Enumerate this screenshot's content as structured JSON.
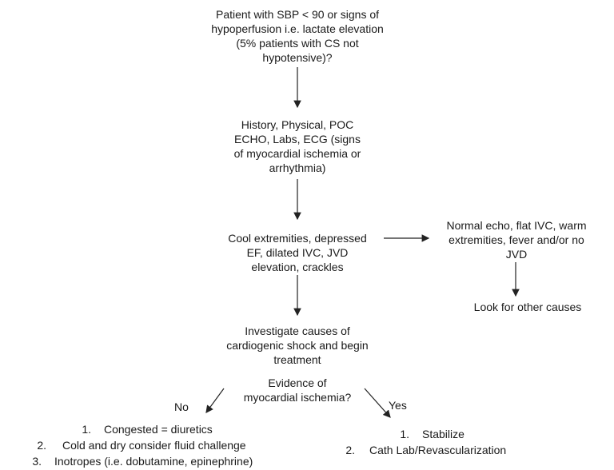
{
  "nodes": {
    "start": [
      "Patient with SBP < 90 or signs of",
      "hypoperfusion i.e. lactate elevation",
      "(5% patients with CS not",
      "hypotensive)?"
    ],
    "workup": [
      "History, Physical, POC",
      "ECHO, Labs, ECG (signs",
      "of myocardial ischemia or",
      "arrhythmia)"
    ],
    "cardiac_signs": [
      "Cool extremities, depressed",
      "EF, dilated IVC, JVD",
      "elevation, crackles"
    ],
    "normal_findings": [
      "Normal echo, flat IVC, warm",
      "extremities, fever and/or no",
      "JVD"
    ],
    "other_causes": [
      "Look for other causes"
    ],
    "investigate": [
      "Investigate causes of",
      "cardiogenic shock and begin",
      "treatment"
    ],
    "ischemia_question": [
      "Evidence of",
      "myocardial ischemia?"
    ]
  },
  "branch_labels": {
    "no": "No",
    "yes": "Yes"
  },
  "no_list": [
    {
      "num": "1.",
      "text": "Congested = diuretics"
    },
    {
      "num": "2.",
      "text": "Cold and dry consider fluid challenge"
    },
    {
      "num": "3.",
      "text": "Inotropes (i.e. dobutamine, epinephrine)"
    }
  ],
  "yes_list": [
    {
      "num": "1.",
      "text": "Stabilize"
    },
    {
      "num": "2.",
      "text": "Cath Lab/Revascularization"
    }
  ]
}
